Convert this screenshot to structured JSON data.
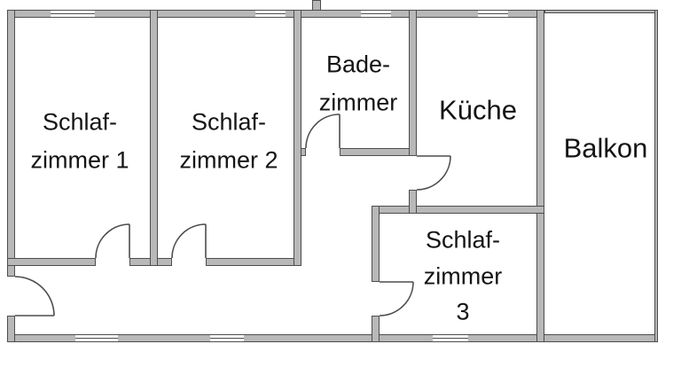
{
  "floorplan": {
    "rooms": [
      {
        "id": "schlafzimmer-1",
        "label": "Schlafzimmer 1",
        "lines": [
          "Schlaf-",
          "zimmer 1"
        ]
      },
      {
        "id": "schlafzimmer-2",
        "label": "Schlafzimmer 2",
        "lines": [
          "Schlaf-",
          "zimmer 2"
        ]
      },
      {
        "id": "badezimmer",
        "label": "Badezimmer",
        "lines": [
          "Bade-",
          "zimmer"
        ]
      },
      {
        "id": "kueche",
        "label": "Küche",
        "lines": [
          "Küche"
        ]
      },
      {
        "id": "balkon",
        "label": "Balkon",
        "lines": [
          "Balkon"
        ]
      },
      {
        "id": "schlafzimmer-3",
        "label": "Schlafzimmer 3",
        "lines": [
          "Schlaf-",
          "zimmer",
          "3"
        ]
      }
    ],
    "colors": {
      "wall_fill": "#b8b8b8",
      "wall_edge": "#4d4d4d",
      "door_line": "#4d4d4d",
      "text": "#141414",
      "background": "#ffffff"
    }
  }
}
